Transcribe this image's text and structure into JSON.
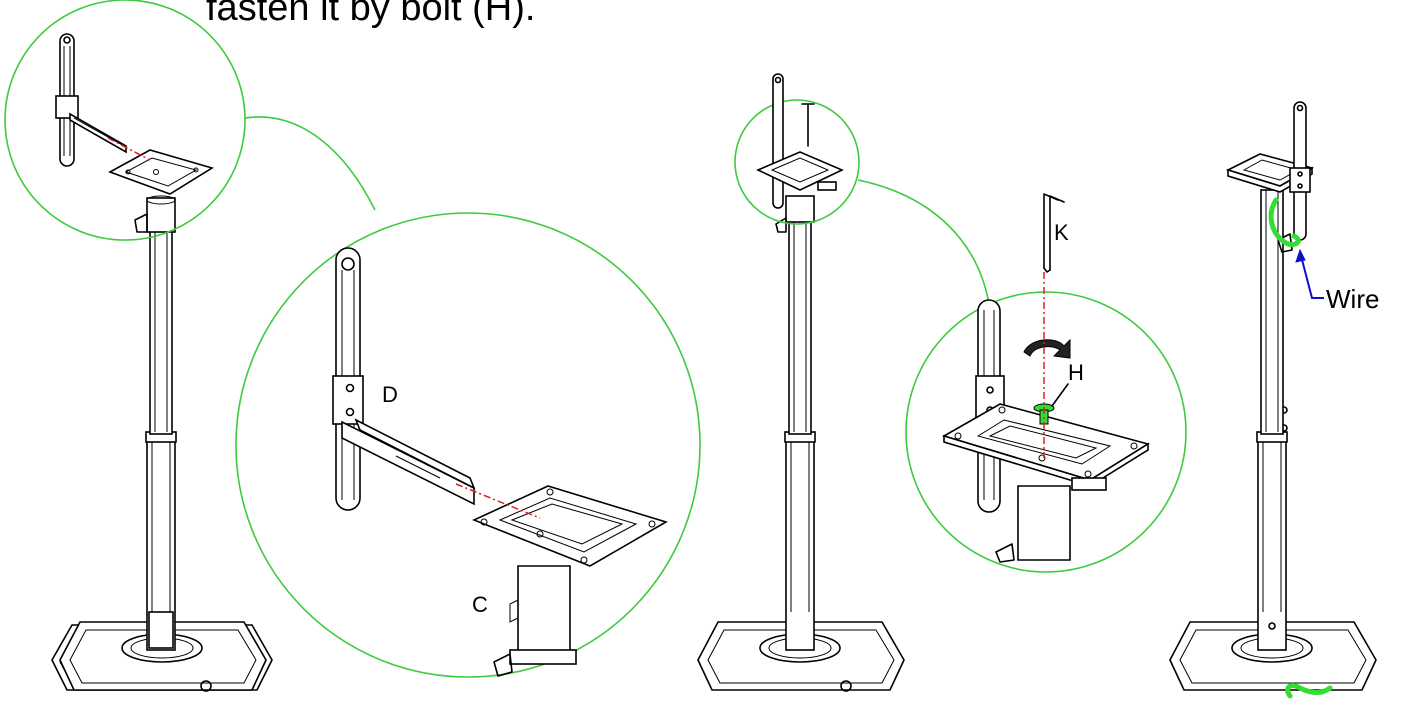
{
  "header_text": "fasten it by bolt (H).",
  "labels": {
    "part_d": "D",
    "part_c": "C",
    "part_k": "K",
    "part_h": "H",
    "wire": "Wire"
  },
  "colors": {
    "callout_circle": "#3ecb3e",
    "alignment_line": "#e02020",
    "wire_arrow": "#1010cc",
    "bolt_highlight": "#33dd33"
  }
}
